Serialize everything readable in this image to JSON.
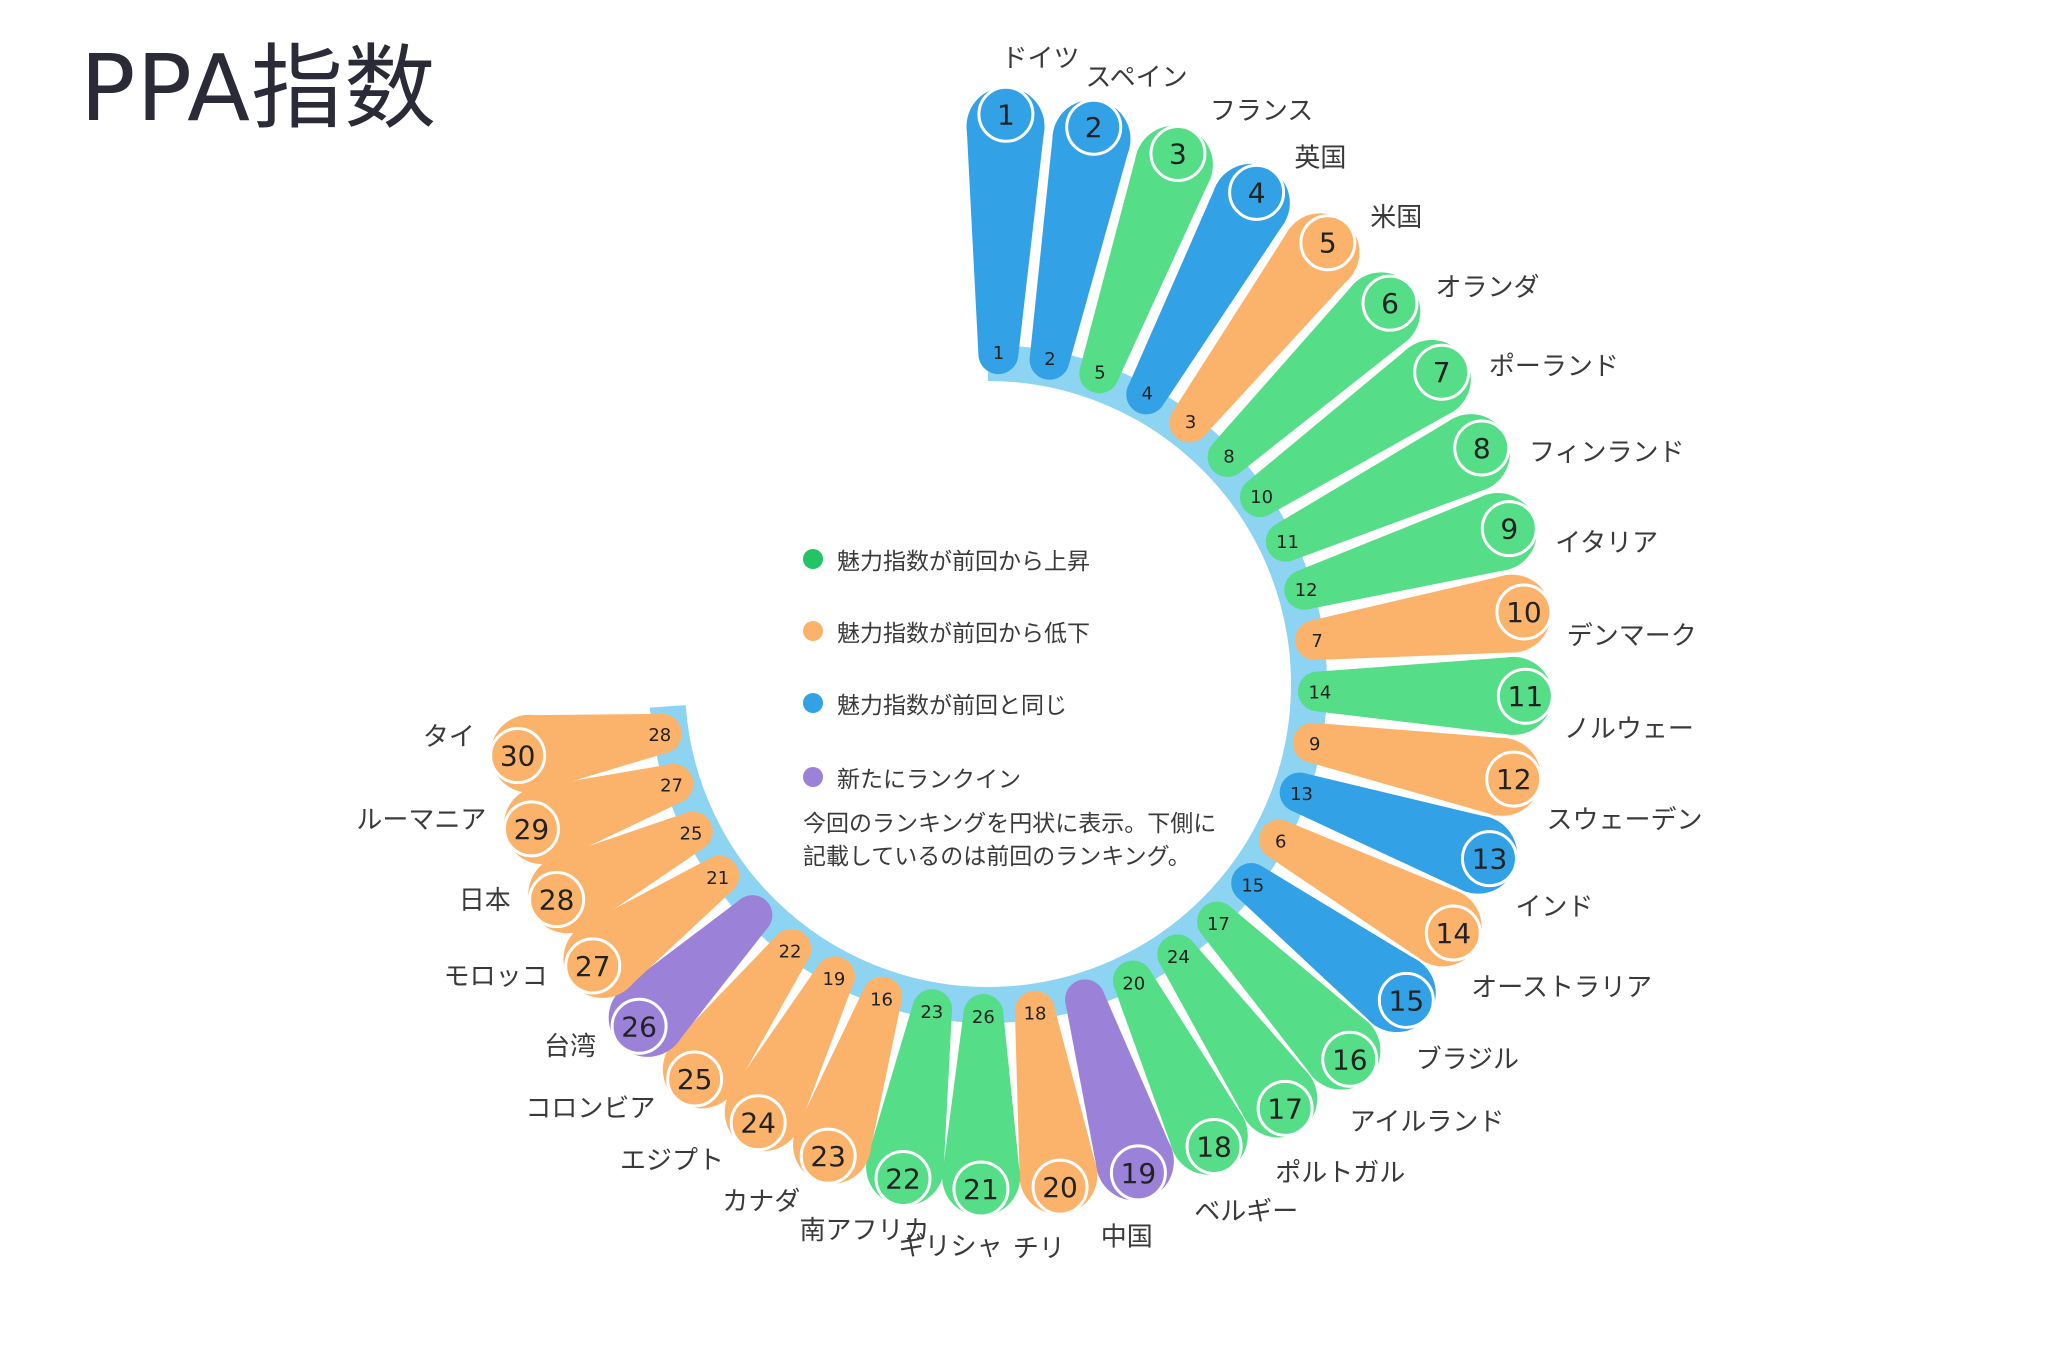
{
  "title": "PPA指数",
  "legend": [
    {
      "key": "up",
      "label": "魅力指数が前回から上昇",
      "color": "#55DD88"
    },
    {
      "key": "down",
      "label": "魅力指数が前回から低下",
      "color": "#FBB36B"
    },
    {
      "key": "same",
      "label": "魅力指数が前回と同じ",
      "color": "#33A1E5"
    },
    {
      "key": "new",
      "label": "新たにランクイン",
      "color": "#9B82D8"
    }
  ],
  "note": [
    "今回のランキングを円状に表示。下側に",
    "記載しているのは前回のランキング。"
  ],
  "ring_color": "#8DD4F2",
  "chart_data": {
    "type": "radial-bar",
    "title": "PPA指数",
    "items": [
      {
        "rank": 1,
        "name": "ドイツ",
        "prev": 1,
        "status": "same"
      },
      {
        "rank": 2,
        "name": "スペイン",
        "prev": 2,
        "status": "same"
      },
      {
        "rank": 3,
        "name": "フランス",
        "prev": 5,
        "status": "up"
      },
      {
        "rank": 4,
        "name": "英国",
        "prev": 4,
        "status": "same"
      },
      {
        "rank": 5,
        "name": "米国",
        "prev": 3,
        "status": "down"
      },
      {
        "rank": 6,
        "name": "オランダ",
        "prev": 8,
        "status": "up"
      },
      {
        "rank": 7,
        "name": "ポーランド",
        "prev": 10,
        "status": "up"
      },
      {
        "rank": 8,
        "name": "フィンランド",
        "prev": 11,
        "status": "up"
      },
      {
        "rank": 9,
        "name": "イタリア",
        "prev": 12,
        "status": "up"
      },
      {
        "rank": 10,
        "name": "デンマーク",
        "prev": 7,
        "status": "down"
      },
      {
        "rank": 11,
        "name": "ノルウェー",
        "prev": 14,
        "status": "up"
      },
      {
        "rank": 12,
        "name": "スウェーデン",
        "prev": 9,
        "status": "down"
      },
      {
        "rank": 13,
        "name": "インド",
        "prev": 13,
        "status": "same"
      },
      {
        "rank": 14,
        "name": "オーストラリア",
        "prev": 6,
        "status": "down"
      },
      {
        "rank": 15,
        "name": "ブラジル",
        "prev": 15,
        "status": "same"
      },
      {
        "rank": 16,
        "name": "アイルランド",
        "prev": 17,
        "status": "up"
      },
      {
        "rank": 17,
        "name": "ポルトガル",
        "prev": 24,
        "status": "up"
      },
      {
        "rank": 18,
        "name": "ベルギー",
        "prev": 20,
        "status": "up"
      },
      {
        "rank": 19,
        "name": "中国",
        "prev": null,
        "status": "new"
      },
      {
        "rank": 20,
        "name": "チリ",
        "prev": 18,
        "status": "down"
      },
      {
        "rank": 21,
        "name": "ギリシャ",
        "prev": 26,
        "status": "up"
      },
      {
        "rank": 22,
        "name": "南アフリカ",
        "prev": 23,
        "status": "up"
      },
      {
        "rank": 23,
        "name": "カナダ",
        "prev": 16,
        "status": "down"
      },
      {
        "rank": 24,
        "name": "エジプト",
        "prev": 19,
        "status": "down"
      },
      {
        "rank": 25,
        "name": "コロンビア",
        "prev": 22,
        "status": "down"
      },
      {
        "rank": 26,
        "name": "台湾",
        "prev": null,
        "status": "new"
      },
      {
        "rank": 27,
        "name": "モロッコ",
        "prev": 21,
        "status": "down"
      },
      {
        "rank": 28,
        "name": "日本",
        "prev": 25,
        "status": "down"
      },
      {
        "rank": 29,
        "name": "ルーマニア",
        "prev": 27,
        "status": "down"
      },
      {
        "rank": 30,
        "name": "タイ",
        "prev": 28,
        "status": "down"
      }
    ]
  }
}
